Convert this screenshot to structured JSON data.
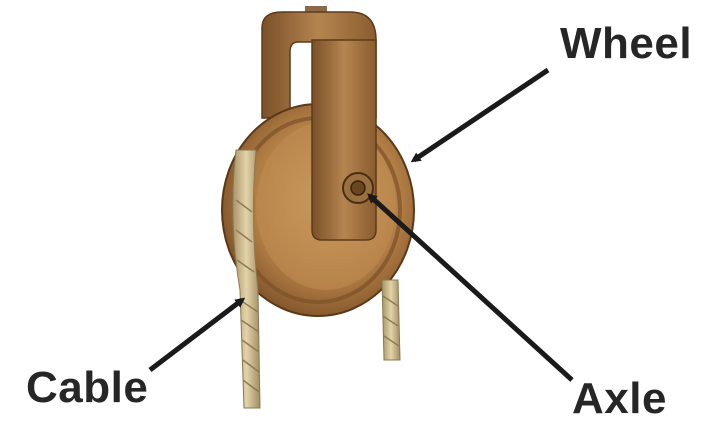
{
  "labels": {
    "wheel": "Wheel",
    "cable": "Cable",
    "axle": "Axle"
  },
  "colors": {
    "background": "#ffffff",
    "label_text": "#262626",
    "arrow": "#1a1a1a",
    "wood_light": "#c99a5c",
    "wood_dark": "#7a4f24",
    "bracket": "#9a6b3a",
    "rope": "#c8b48a"
  },
  "icons": {
    "pulley": "pulley-photo",
    "arrows": "arrow-pointer"
  }
}
